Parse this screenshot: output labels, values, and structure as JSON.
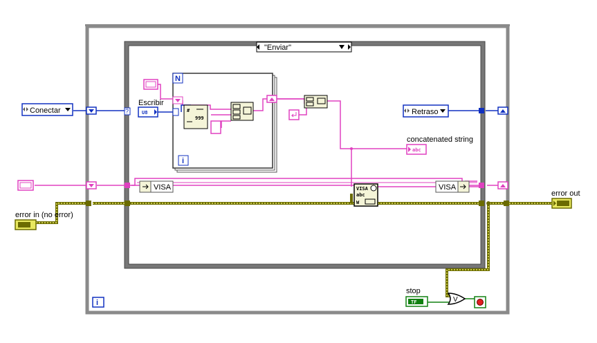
{
  "labels": {
    "case_selector": "\"Enviar\"",
    "conectar": "Conectar",
    "retraso": "Retraso",
    "escribir": "Escribir",
    "concatenated": "concatenated string",
    "error_in": "error in (no error)",
    "error_out": "error out",
    "stop": "stop",
    "visa_left": "VISA",
    "visa_right": "VISA",
    "for_n": "N",
    "loop_i": "i",
    "while_i": "i",
    "u8": "U8",
    "num_999": "999",
    "terminal_q": "?",
    "tf": "TF",
    "abc": "abc",
    "visa_write_top": "VISA",
    "visa_write_mid": "abc",
    "visa_write_w": "W"
  },
  "colors": {
    "pink_wire": "#e040c0",
    "blue_enum": "#1030c0",
    "error_wire": "#8c8c00",
    "frame_gray": "#808080",
    "stop_green": "#108010"
  },
  "icons": [
    "for-loop-structure",
    "while-loop-structure",
    "case-structure",
    "visa-write-node",
    "or-gate",
    "stop-button",
    "concatenate-node",
    "build-array-node"
  ]
}
